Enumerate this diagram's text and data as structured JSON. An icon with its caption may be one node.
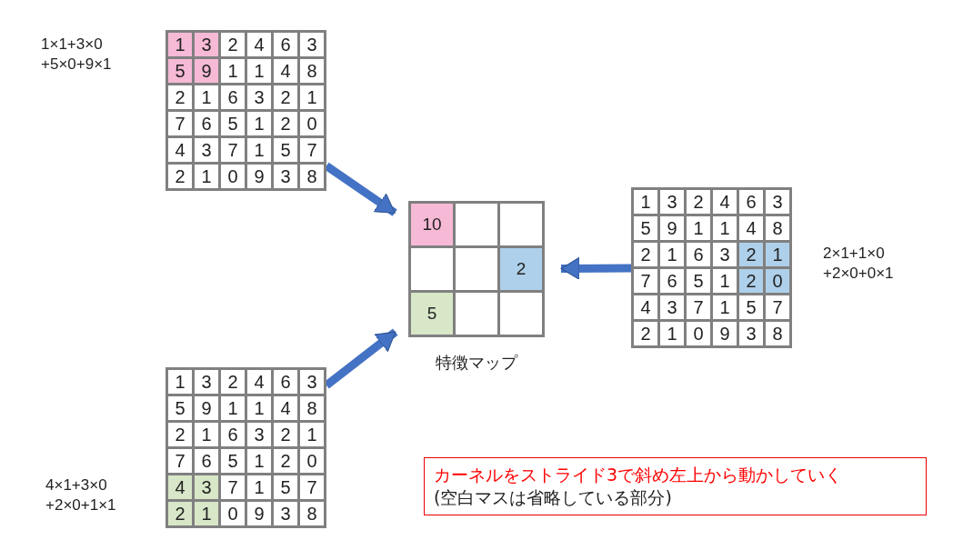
{
  "diagram": {
    "nodes": [
      {
        "text": [
          "1",
          "3",
          "2",
          "4",
          "6",
          "3",
          "5",
          "9",
          "1",
          "1",
          "4",
          "8",
          "2",
          "1",
          "6",
          "3",
          "2",
          "1",
          "7",
          "6",
          "5",
          "1",
          "2",
          "0",
          "4",
          "3",
          "7",
          "1",
          "5",
          "7",
          "2",
          "1",
          "0",
          "9",
          "3",
          "8"
        ],
        "beside": [
          "1×1+3×0 +5×0+9×1"
        ]
      },
      {
        "text": [
          "特徴マップ"
        ]
      },
      {
        "text": [
          "10"
        ],
        "in": 1
      },
      {
        "text": [],
        "shape": "box",
        "in": 1
      },
      {
        "text": [],
        "shape": "box",
        "in": 1
      },
      {
        "text": [],
        "shape": "box",
        "in": 1
      },
      {
        "text": [],
        "shape": "box",
        "in": 1
      },
      {
        "text": [
          "2"
        ],
        "in": 1
      },
      {
        "text": [
          "5"
        ],
        "in": 1
      },
      {
        "text": [],
        "shape": "box",
        "in": 1
      },
      {
        "text": [],
        "shape": "box",
        "in": 1
      },
      {
        "text": [
          "1",
          "3",
          "2",
          "4",
          "6",
          "3",
          "5",
          "9",
          "1",
          "1",
          "4",
          "8",
          "2",
          "1",
          "6",
          "3",
          "2",
          "1",
          "7",
          "6",
          "5",
          "1",
          "2",
          "0",
          "4",
          "3",
          "7",
          "1",
          "5",
          "7",
          "2",
          "1",
          "0",
          "9",
          "3",
          "8"
        ],
        "beside": [
          "2×1+1×0 +2×0+0×1"
        ]
      },
      {
        "text": [
          "1",
          "3",
          "2",
          "4",
          "6",
          "3",
          "5",
          "9",
          "1",
          "1",
          "4",
          "8",
          "2",
          "1",
          "6",
          "3",
          "2",
          "1",
          "7",
          "6",
          "5",
          "1",
          "2",
          "0",
          "4",
          "3",
          "7",
          "1",
          "5",
          "7",
          "2",
          "1",
          "0",
          "9",
          "3",
          "8"
        ],
        "beside": [
          "4×1+3×0 +2×0+1×1"
        ]
      },
      {
        "text": [
          "カーネルをストライド3で斜め左上から動かしていく",
          "(空白マスは省略している部分)"
        ]
      }
    ],
    "edges": [
      {
        "from": 0,
        "to": 1,
        "arrow": "to"
      },
      {
        "from": 11,
        "to": 1,
        "arrow": "to"
      },
      {
        "from": 12,
        "to": 1,
        "arrow": "to"
      }
    ]
  }
}
